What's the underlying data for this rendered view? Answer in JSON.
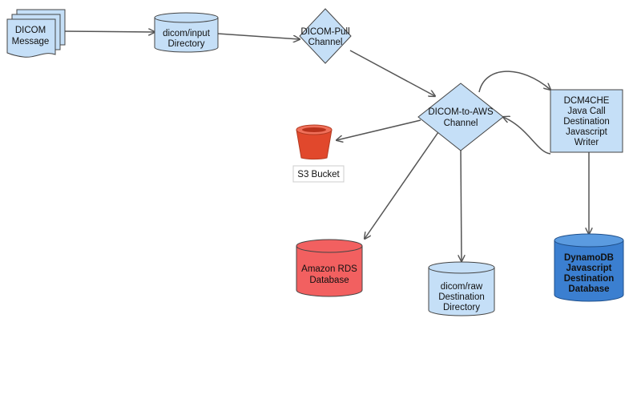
{
  "nodes": {
    "dicom_message": {
      "lines": [
        "DICOM",
        "Message"
      ]
    },
    "input_dir": {
      "lines": [
        "dicom/input",
        "Directory"
      ]
    },
    "pull_channel": {
      "lines": [
        "DICOM-Pull",
        "Channel"
      ]
    },
    "aws_channel": {
      "lines": [
        "DICOM-to-AWS",
        "Channel"
      ]
    },
    "dcm4che": {
      "lines": [
        "DCM4CHE",
        "Java Call",
        "Destination",
        "Javascript",
        "Writer"
      ]
    },
    "s3": {
      "label": "S3 Bucket"
    },
    "rds": {
      "lines": [
        "Amazon RDS",
        "Database"
      ]
    },
    "raw_dir": {
      "lines": [
        "dicom/raw",
        "Destination",
        "Directory"
      ]
    },
    "dynamodb": {
      "lines": [
        "DynamoDB",
        "Javascript",
        "Destination",
        "Database"
      ]
    }
  },
  "colors": {
    "light_blue": "#c5dff7",
    "stroke": "#444444",
    "rds_red": "#f26060",
    "dynamo_blue": "#3b7fd0",
    "s3_red": "#e1482c"
  }
}
